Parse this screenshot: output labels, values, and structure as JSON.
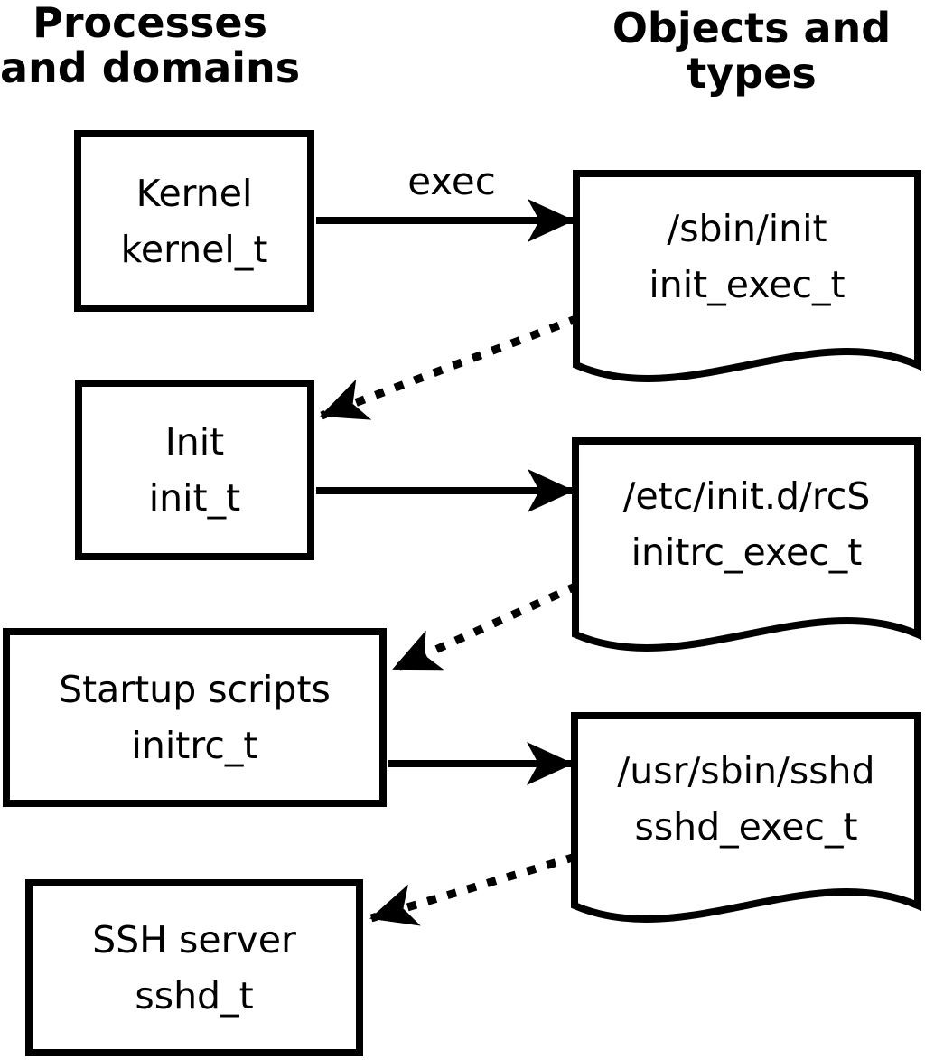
{
  "headers": {
    "left": {
      "line1": "Processes",
      "line2": "and domains"
    },
    "right": {
      "line1": "Objects and",
      "line2": "types"
    }
  },
  "process_boxes": [
    {
      "label": "Kernel",
      "type": "kernel_t"
    },
    {
      "label": "Init",
      "type": "init_t"
    },
    {
      "label": "Startup scripts",
      "type": "initrc_t"
    },
    {
      "label": "SSH server",
      "type": "sshd_t"
    }
  ],
  "object_docs": [
    {
      "path": "/sbin/init",
      "type": "init_exec_t"
    },
    {
      "path": "/etc/init.d/rcS",
      "type": "initrc_exec_t"
    },
    {
      "path": "/usr/sbin/sshd",
      "type": "sshd_exec_t"
    }
  ],
  "arrow_labels": {
    "exec": "exec"
  },
  "edges": [
    {
      "from": "kernel_t",
      "to": "init_exec_t",
      "style": "solid",
      "label": "exec"
    },
    {
      "from": "init_exec_t",
      "to": "init_t",
      "style": "dotted",
      "label": ""
    },
    {
      "from": "init_t",
      "to": "initrc_exec_t",
      "style": "solid",
      "label": ""
    },
    {
      "from": "initrc_exec_t",
      "to": "initrc_t",
      "style": "dotted",
      "label": ""
    },
    {
      "from": "initrc_t",
      "to": "sshd_exec_t",
      "style": "solid",
      "label": ""
    },
    {
      "from": "sshd_exec_t",
      "to": "sshd_t",
      "style": "dotted",
      "label": ""
    }
  ],
  "colors": {
    "foreground": "#000000",
    "background": "#ffffff"
  }
}
